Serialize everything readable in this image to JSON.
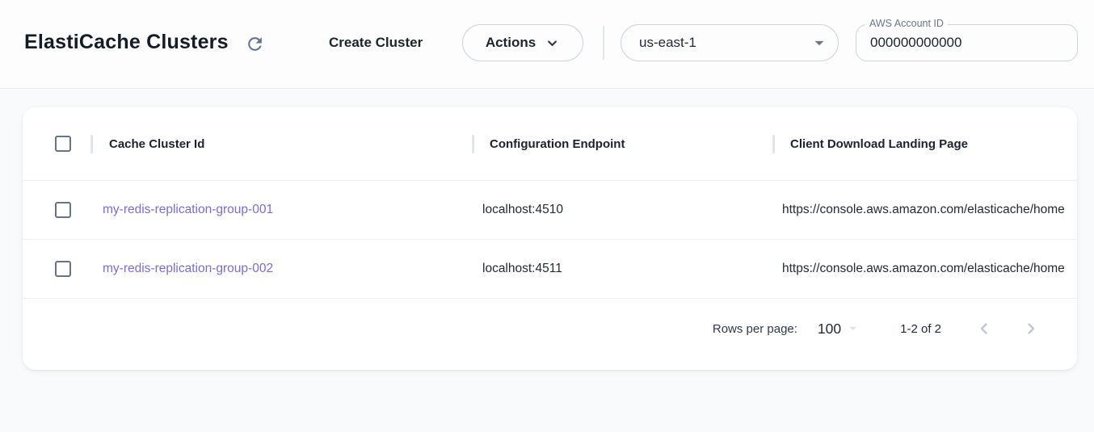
{
  "toolbar": {
    "title": "ElastiCache Clusters",
    "create_button_label": "Create Cluster",
    "actions_button_label": "Actions",
    "region_selected": "us-east-1",
    "account_field": {
      "label": "AWS Account ID",
      "value": "000000000000"
    }
  },
  "table": {
    "columns": [
      "Cache Cluster Id",
      "Configuration Endpoint",
      "Client Download Landing Page"
    ],
    "rows": [
      {
        "id": "my-redis-replication-group-001",
        "endpoint": "localhost:4510",
        "landing_page": "https://console.aws.amazon.com/elasticache/home"
      },
      {
        "id": "my-redis-replication-group-002",
        "endpoint": "localhost:4511",
        "landing_page": "https://console.aws.amazon.com/elasticache/home"
      }
    ]
  },
  "pagination": {
    "rows_per_page_label": "Rows per page:",
    "rows_per_page_value": "100",
    "range_label": "1-2 of 2"
  },
  "icons": {
    "refresh": "circular-arrow-clockwise",
    "actions_chevron": "chevron-down",
    "region_caret": "filled-triangle-down",
    "rows_caret": "filled-triangle-down",
    "prev_page": "chevron-left",
    "next_page": "chevron-right"
  },
  "colors": {
    "link": "#7d6cd1",
    "checkbox_border": "#66748a",
    "control_border": "#ccd3dc",
    "card_bg": "#ffffff",
    "page_bg": "#f8fafc",
    "disabled_icon": "#c3c7ce"
  }
}
